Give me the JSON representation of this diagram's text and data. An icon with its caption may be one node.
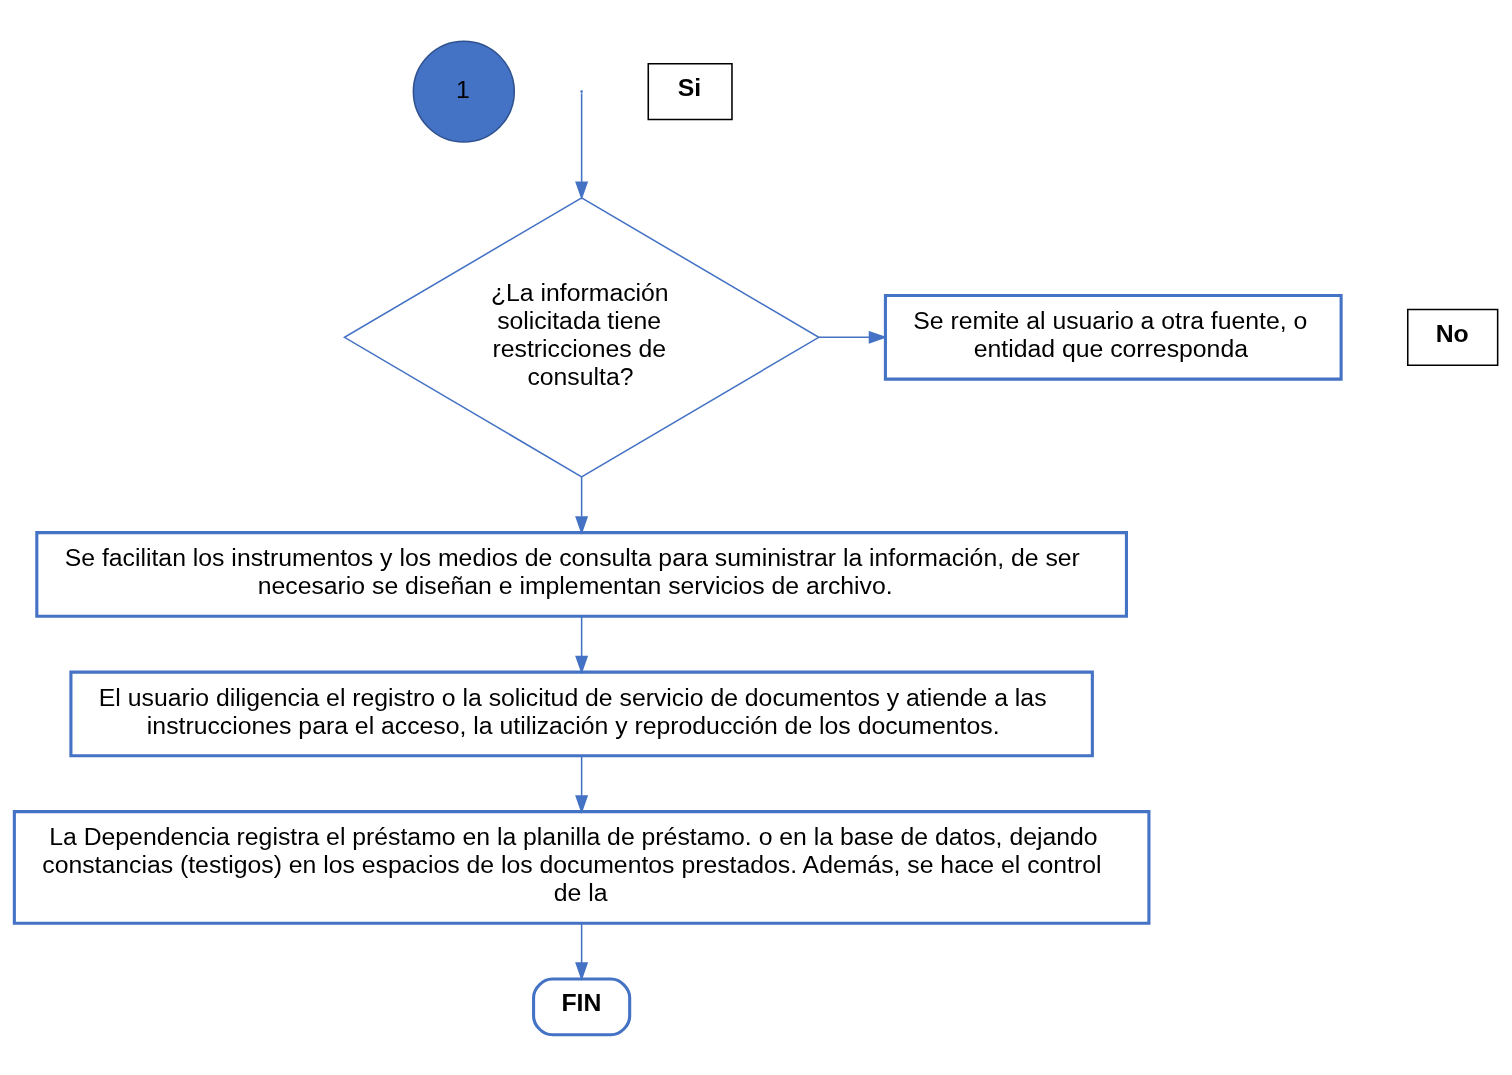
{
  "diagram": {
    "nodes": [
      {
        "text": [
          "1"
        ]
      },
      {
        "text": [
          "¿La información solicitada tiene restricciones de consulta?"
        ]
      },
      {
        "text": [
          "No"
        ]
      },
      {
        "text": [
          "Se remite al usuario a otra fuente, o entidad que corresponda"
        ]
      },
      {
        "text": [
          "Si"
        ]
      },
      {
        "text": [
          "Se facilitan los instrumentos y los medios de consulta para suministrar la información, de ser necesario se diseñan e implementan servicios de archivo."
        ]
      },
      {
        "text": [
          "El usuario diligencia el registro o la solicitud de servicio de documentos y atiende a las instrucciones para el acceso, la utilización y reproducción de los documentos."
        ]
      },
      {
        "text": [
          "La Dependencia registra el préstamo en la planilla de préstamo. o en la base de datos, dejando constancias (testigos) en los espacios de los documentos prestados. Además, se hace el control de la"
        ]
      },
      {
        "text": [
          "FIN"
        ]
      }
    ],
    "edges": [
      {
        "from": null,
        "to": 1,
        "arrow": "to"
      },
      {
        "from": 1,
        "to": 3,
        "arrow": "to"
      },
      {
        "from": 1,
        "to": 5,
        "arrow": "to"
      },
      {
        "from": 5,
        "to": 6,
        "arrow": "to"
      },
      {
        "from": 6,
        "to": 7,
        "arrow": "to"
      },
      {
        "from": 7,
        "to": 8,
        "arrow": "to"
      }
    ]
  }
}
